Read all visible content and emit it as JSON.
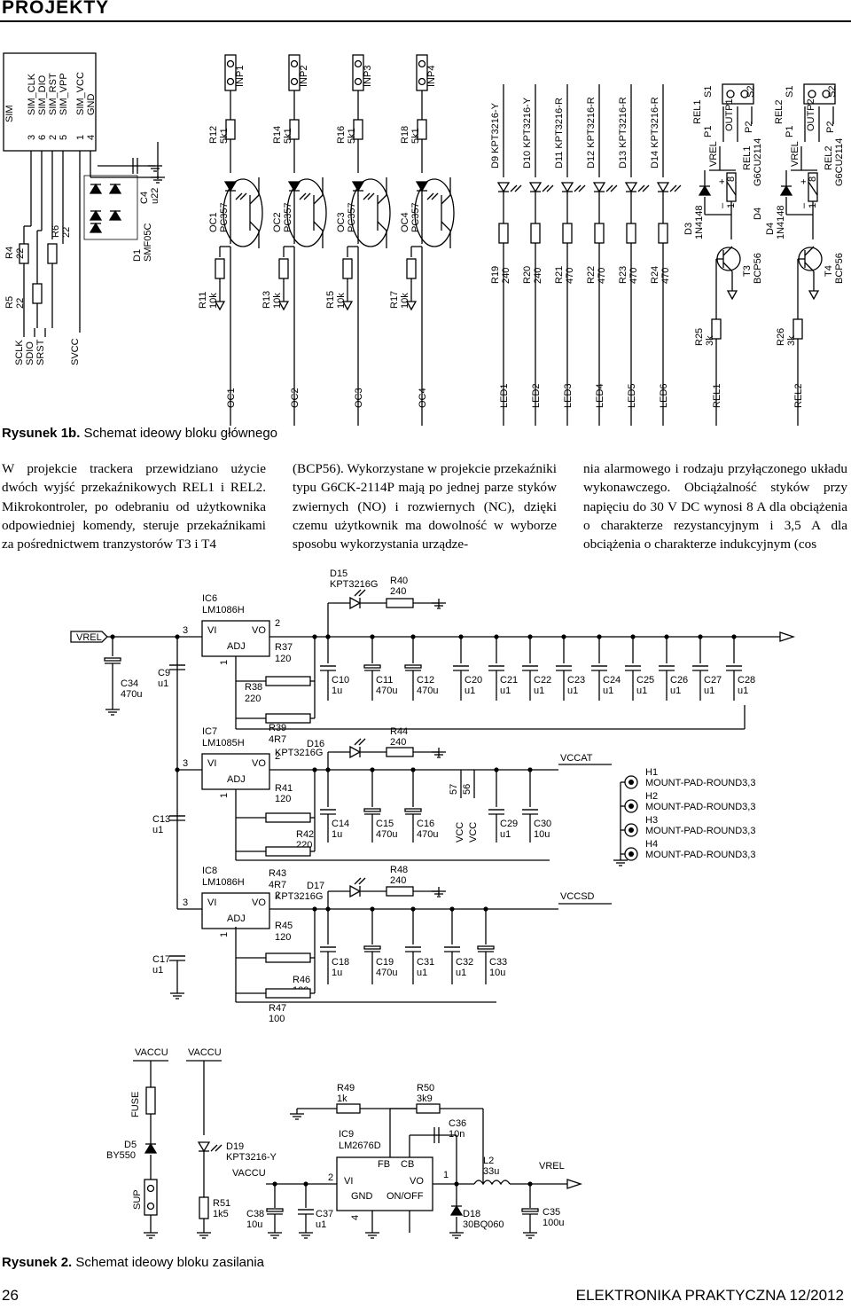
{
  "header": {
    "section": "PROJEKTY"
  },
  "figure1": {
    "label": "Rysunek 1b.",
    "caption": "Schemat ideowy bloku głównego",
    "sim": {
      "title": "SIM",
      "pin_nums": [
        "3",
        "6",
        "2",
        "5",
        "1",
        "4"
      ],
      "pin_names": [
        "SIM_CLK",
        "SIM_DIO",
        "SIM_RST",
        "SIM_VPP",
        "SIM_VCC",
        "GND"
      ],
      "left_signals": [
        "SCLK",
        "SDIO",
        "SRST",
        "SVCC"
      ],
      "r4": [
        "R4",
        "22"
      ],
      "r5": [
        "R5",
        "22"
      ],
      "r6": [
        "R6",
        "22"
      ],
      "d1": [
        "D1",
        "SMF05C"
      ],
      "c4": [
        "C4",
        "u22"
      ]
    },
    "inputs": [
      {
        "inp": "INP1",
        "r_top": [
          "R12",
          "5k1"
        ],
        "oc": [
          "OC1",
          "PC357"
        ],
        "r_bot": [
          "R11",
          "10k"
        ],
        "out": "OC1"
      },
      {
        "inp": "INP2",
        "r_top": [
          "R14",
          "5k1"
        ],
        "oc": [
          "OC2",
          "PC357"
        ],
        "r_bot": [
          "R13",
          "10k"
        ],
        "out": "OC2"
      },
      {
        "inp": "INP3",
        "r_top": [
          "R16",
          "5k1"
        ],
        "oc": [
          "OC3",
          "PC357"
        ],
        "r_bot": [
          "R15",
          "10k"
        ],
        "out": "OC3"
      },
      {
        "inp": "INP4",
        "r_top": [
          "R18",
          "5k1"
        ],
        "oc": [
          "OC4",
          "PC357"
        ],
        "r_bot": [
          "R17",
          "10k"
        ],
        "out": "OC4"
      }
    ],
    "leds": [
      {
        "d": "D9 KPT3216-Y",
        "r": [
          "R19",
          "240"
        ],
        "out": "LED1"
      },
      {
        "d": "D10 KPT3216-Y",
        "r": [
          "R20",
          "240"
        ],
        "out": "LED2"
      },
      {
        "d": "D11 KPT3216-R",
        "r": [
          "R21",
          "470"
        ],
        "out": "LED3"
      },
      {
        "d": "D12 KPT3216-R",
        "r": [
          "R22",
          "470"
        ],
        "out": "LED4"
      },
      {
        "d": "D13 KPT3216-R",
        "r": [
          "R23",
          "470"
        ],
        "out": "LED5"
      },
      {
        "d": "D14 KPT3216-R",
        "r": [
          "R24",
          "470"
        ],
        "out": "LED6"
      }
    ],
    "relays": [
      {
        "rel": "REL1",
        "coil": [
          "REL1",
          "G6CU2114"
        ],
        "outp": "OUTP1",
        "diode": [
          "D3",
          "1N4148"
        ],
        "t": [
          "T3",
          "BCP56"
        ],
        "rb": [
          "R25",
          "3k"
        ],
        "out": "REL1"
      },
      {
        "rel": "REL2",
        "coil": [
          "REL2",
          "G6CU2114"
        ],
        "outp": "OUTP2",
        "diode": [
          "D4",
          "1N4148"
        ],
        "t": [
          "T4",
          "BCP56"
        ],
        "rb": [
          "R26",
          "3k"
        ],
        "out": "REL2"
      }
    ],
    "relay_common": {
      "s1": "S1",
      "s2": "S2",
      "p1": "P1",
      "p2": "P2",
      "vrel": "VREL",
      "plus": "+",
      "minus": "–",
      "pin8": "8",
      "pin1": "1"
    }
  },
  "body_text": [
    "W projekcie trackera przewidziano użycie dwóch wyjść przekaźnikowych REL1 i REL2. Mikrokontroler, po odebraniu od użytkownika odpowiedniej komendy, steruje przekaźnikami za pośrednictwem tranzystorów T3 i T4",
    "(BCP56). Wykorzystane w projekcie przekaźniki typu G6CK-2114P mają po jednej parze styków zwiernych (NO) i rozwiernych (NC), dzięki czemu użytkownik ma dowolność w wyborze sposobu wykorzystania urządze-",
    "nia alarmowego i rodzaju przyłączonego układu wykonawczego. Obciążalność styków przy napięciu do 30 V DC wynosi 8 A dla obciążenia o charakterze rezystancyjnym i 3,5 A dla obciążenia o charakterze indukcyjnym (cos"
  ],
  "figure2": {
    "label": "Rysunek 2.",
    "caption": "Schemat ideowy bloku zasilania",
    "vrel": "VREL",
    "c34": [
      "C34",
      "470u"
    ],
    "c9": [
      "C9",
      "u1"
    ],
    "c13": [
      "C13",
      "u1"
    ],
    "c17": [
      "C17",
      "u1"
    ],
    "ic6": [
      "IC6",
      "LM1086H"
    ],
    "ic7": [
      "IC7",
      "LM1085H"
    ],
    "ic8": [
      "IC8",
      "LM1086H"
    ],
    "reg_pins": {
      "vi": "VI",
      "vo": "VO",
      "adj": "ADJ",
      "p3": "3",
      "p2": "2",
      "p1": "1"
    },
    "d15": [
      "D15",
      "KPT3216G"
    ],
    "r40": [
      "R40",
      "240"
    ],
    "r37": [
      "R37",
      "120"
    ],
    "r38": [
      "R38",
      "220"
    ],
    "r39": [
      "R39",
      "4R7"
    ],
    "row1_caps": [
      [
        "C10",
        "1u"
      ],
      [
        "C11",
        "470u"
      ],
      [
        "C12",
        "470u"
      ],
      [
        "C20",
        "u1"
      ],
      [
        "C21",
        "u1"
      ],
      [
        "C22",
        "u1"
      ],
      [
        "C23",
        "u1"
      ],
      [
        "C24",
        "u1"
      ],
      [
        "C25",
        "u1"
      ],
      [
        "C26",
        "u1"
      ],
      [
        "C27",
        "u1"
      ],
      [
        "C28",
        "u1"
      ]
    ],
    "d16": [
      "D16",
      "KPT3216G"
    ],
    "r44": [
      "R44",
      "240"
    ],
    "r41": [
      "R41",
      "120"
    ],
    "r42": [
      "R42",
      "220"
    ],
    "r43": [
      "R43",
      "4R7"
    ],
    "vccat": "VCCAT",
    "row2_caps": [
      [
        "C14",
        "1u"
      ],
      [
        "C15",
        "470u"
      ],
      [
        "C16",
        "470u"
      ],
      [
        "C29",
        "u1"
      ],
      [
        "C30",
        "10u"
      ]
    ],
    "vcc_pins": [
      "57",
      "56"
    ],
    "vcc": "VCC",
    "mount": [
      [
        "H1",
        "MOUNT-PAD-ROUND3,3"
      ],
      [
        "H2",
        "MOUNT-PAD-ROUND3,3"
      ],
      [
        "H3",
        "MOUNT-PAD-ROUND3,3"
      ],
      [
        "H4",
        "MOUNT-PAD-ROUND3,3"
      ]
    ],
    "d17": [
      "D17",
      "KPT3216G"
    ],
    "r48": [
      "R48",
      "240"
    ],
    "r45": [
      "R45",
      "120"
    ],
    "r46": [
      "R46",
      "100"
    ],
    "r47": [
      "R47",
      "100"
    ],
    "vccsd": "VCCSD",
    "row3_caps": [
      [
        "C18",
        "1u"
      ],
      [
        "C19",
        "470u"
      ],
      [
        "C31",
        "u1"
      ],
      [
        "C32",
        "u1"
      ],
      [
        "C33",
        "10u"
      ]
    ],
    "vaccu": "VACCU",
    "fuse": "FUSE",
    "d5": [
      "D5",
      "BY550"
    ],
    "sup": "SUP",
    "d19": [
      "D19",
      "KPT3216-Y"
    ],
    "r51": [
      "R51",
      "1k5"
    ],
    "c38": [
      "C38",
      "10u"
    ],
    "c37": [
      "C37",
      "u1"
    ],
    "r49": [
      "R49",
      "1k"
    ],
    "r50": [
      "R50",
      "3k9"
    ],
    "ic9": [
      "IC9",
      "LM2676D"
    ],
    "ic9_pins": {
      "fb": "FB",
      "cb": "CB",
      "vi": "VI",
      "vo": "VO",
      "gnd": "GND",
      "onoff": "ON/OFF",
      "p2": "2",
      "p1": "1",
      "p4": "4"
    },
    "c36": [
      "C36",
      "10n"
    ],
    "l2": [
      "L2",
      "33u"
    ],
    "d18": [
      "D18",
      "30BQ060"
    ],
    "c35": [
      "C35",
      "100u"
    ]
  },
  "footer": {
    "page": "26",
    "magazine": "ELEKTRONIKA PRAKTYCZNA 12/2012"
  }
}
